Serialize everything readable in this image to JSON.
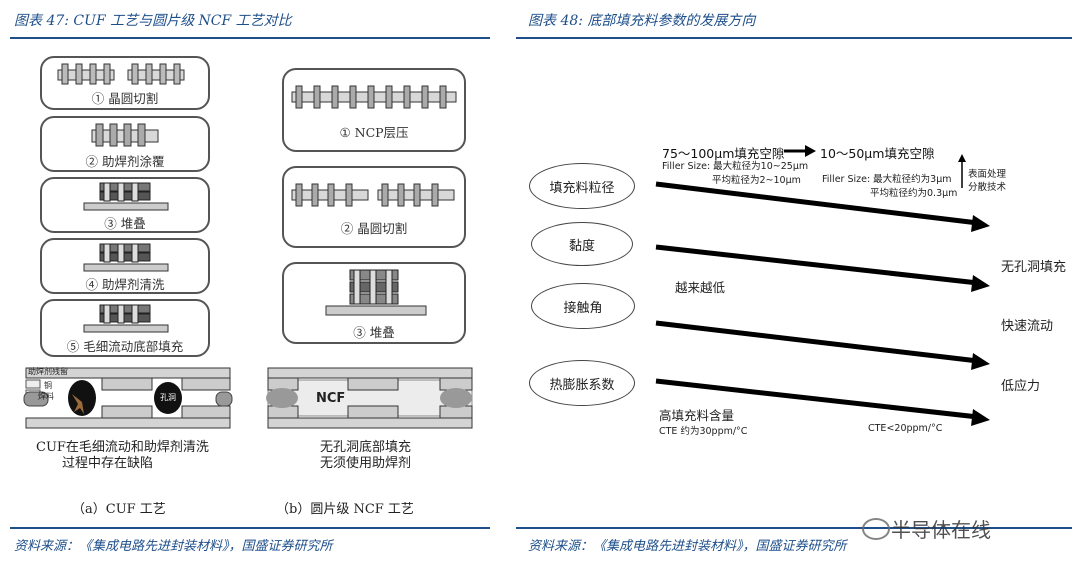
{
  "left": {
    "title": "图表 47:  CUF 工艺与圆片级 NCF 工艺对比",
    "source": "资料来源：《集成电路先进封装材料》，国盛证券研究所",
    "cuf_steps": [
      "① 晶圆切割",
      "② 助焊剂涂覆",
      "③ 堆叠",
      "④ 助焊剂清洗",
      "⑤ 毛细流动底部填充"
    ],
    "ncf_steps": [
      "① NCP层压",
      "② 晶圆切割",
      "③ 堆叠"
    ],
    "cuf_cross_labels": [
      "助焊剂残留",
      "铜",
      "焊料",
      "孔洞"
    ],
    "ncf_cross_label": "NCF",
    "cuf_note": [
      "CUF在毛细流动和助焊剂清洗",
      "过程中存在缺陷"
    ],
    "ncf_note": [
      "无孔洞底部填充",
      "无须使用助焊剂"
    ],
    "caption_a": "（a）CUF 工艺",
    "caption_b": "（b）圆片级 NCF 工艺"
  },
  "right": {
    "title": "图表 48:  底部填充料参数的发展方向",
    "source": "资料来源：《集成电路先进封装材料》，国盛证券研究所",
    "watermark": "半导体在线",
    "params": [
      "填充料粒径",
      "黏度",
      "接触角",
      "热膨胀系数"
    ],
    "outcomes": [
      "无孔洞填充",
      "快速流动",
      "低应力"
    ],
    "gap_from": "75～100μm填充空隙",
    "gap_to": "10～50μm填充空隙",
    "filler_from_1": "Filler Size: 最大粒径为10~25μm",
    "filler_from_2": "平均粒径为2~10μm",
    "filler_to_1": "Filler Size: 最大粒径约为3μm",
    "filler_to_2": "平均粒径约为0.3μm",
    "surface_1": "表面处理",
    "surface_2": "分散技术",
    "lower": "越来越低",
    "high_filler": "高填充料含量",
    "cte_from": "CTE 约为30ppm/°C",
    "cte_to": "CTE<20ppm/°C"
  }
}
